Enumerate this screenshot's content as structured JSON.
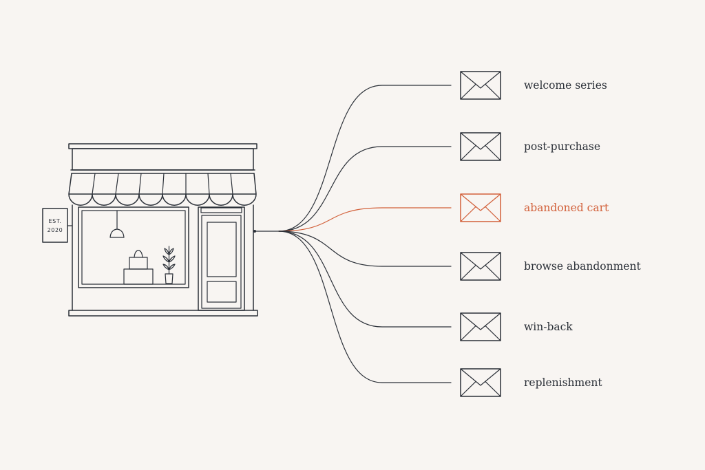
{
  "store": {
    "sign_line1": "EST.",
    "sign_line2": "2020"
  },
  "colors": {
    "ink": "#2b3038",
    "accent": "#d2603a",
    "background": "#f8f5f2"
  },
  "flows": [
    {
      "label": "welcome series",
      "icon": "envelope-icon",
      "highlighted": false
    },
    {
      "label": "post-purchase",
      "icon": "envelope-icon",
      "highlighted": false
    },
    {
      "label": "abandoned cart",
      "icon": "envelope-icon",
      "highlighted": true
    },
    {
      "label": "browse abandonment",
      "icon": "envelope-icon",
      "highlighted": false
    },
    {
      "label": "win-back",
      "icon": "envelope-icon",
      "highlighted": false
    },
    {
      "label": "replenishment",
      "icon": "envelope-icon",
      "highlighted": false
    }
  ]
}
